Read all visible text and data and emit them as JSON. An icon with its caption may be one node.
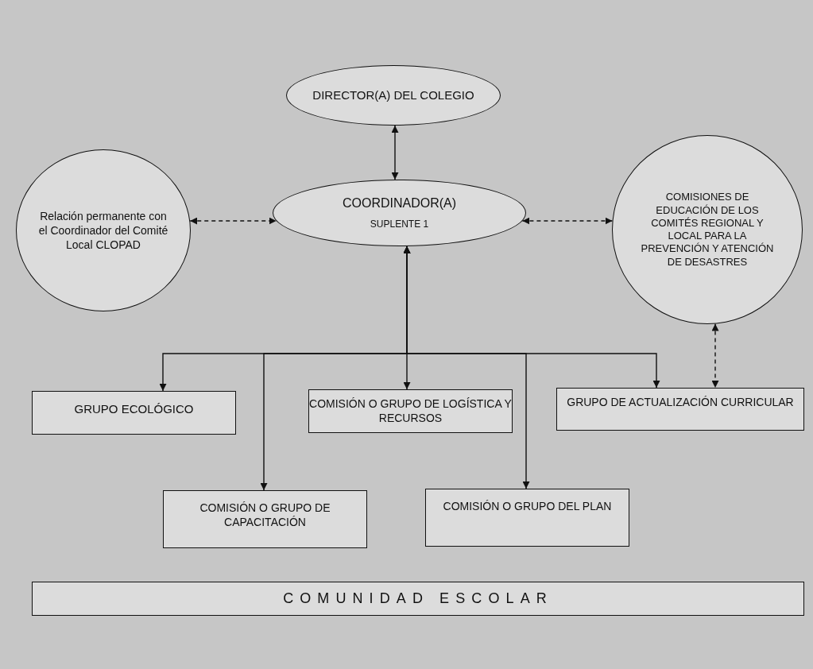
{
  "diagram": {
    "nodes": [
      {
        "text": [
          "DIRECTOR(A) DEL COLEGIO"
        ]
      },
      {
        "text": [
          "Relación permanente con el Coordinador del Comité Local CLOPAD"
        ]
      },
      {
        "text": [
          "COORDINADOR(A)",
          "SUPLENTE 1"
        ]
      },
      {
        "text": [
          "COMISIONES DE EDUCACIÓN DE LOS COMITÉS REGIONAL Y LOCAL PARA LA PREVENCIÓN Y ATENCIÓN DE DESASTRES"
        ]
      },
      {
        "text": [
          "GRUPO ECOLÓGICO"
        ]
      },
      {
        "text": [
          "COMISIÓN O GRUPO DE LOGÍSTICA Y RECURSOS"
        ]
      },
      {
        "text": [
          "GRUPO DE ACTUALIZACIÓN CURRICULAR"
        ]
      },
      {
        "text": [
          "COMISIÓN O GRUPO DE CAPACITACIÓN"
        ]
      },
      {
        "text": [
          "COMISIÓN O GRUPO DEL PLAN"
        ]
      },
      {
        "text": [
          "COMUNIDAD ESCOLAR"
        ]
      }
    ],
    "edges": [
      {
        "from": 0,
        "to": 2,
        "arrow": "both"
      },
      {
        "from": 1,
        "to": 2,
        "arrow": "both",
        "style": "dashed"
      },
      {
        "from": 2,
        "to": 3,
        "arrow": "both",
        "style": "dashed"
      },
      {
        "from": 2,
        "to": 4,
        "arrow": "both"
      },
      {
        "from": 2,
        "to": 5,
        "arrow": "both"
      },
      {
        "from": 2,
        "to": 6,
        "arrow": "both"
      },
      {
        "from": 2,
        "to": 7,
        "arrow": "both"
      },
      {
        "from": 2,
        "to": 8,
        "arrow": "both"
      },
      {
        "from": 3,
        "to": 6,
        "arrow": "both",
        "style": "dashed"
      }
    ]
  }
}
